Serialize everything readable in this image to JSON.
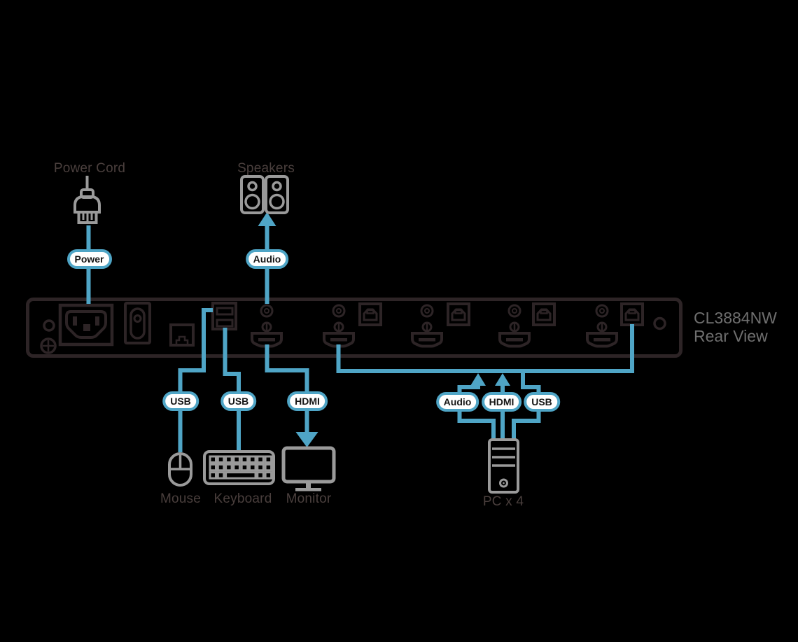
{
  "title": {
    "model": "CL3884NW",
    "view": "Rear View"
  },
  "top": {
    "power_cord_label": "Power Cord",
    "speakers_label": "Speakers",
    "power_pill": "Power",
    "audio_pill": "Audio"
  },
  "console": {
    "usb_mouse_pill": "USB",
    "usb_keyboard_pill": "USB",
    "hdmi_pill": "HDMI",
    "mouse_label": "Mouse",
    "keyboard_label": "Keyboard",
    "monitor_label": "Monitor"
  },
  "pc": {
    "audio_pill": "Audio",
    "hdmi_pill": "HDMI",
    "usb_pill": "USB",
    "label": "PC x 4"
  },
  "colors": {
    "background": "#000000",
    "cable_blue": "#4fa5c6",
    "icon_gray": "#9a9a9a",
    "device_label": "#4a3f3d",
    "model_text": "#6f6f6f",
    "panel_stroke": "#2d2426",
    "pill_fill": "#ffffff",
    "pill_text": "#151515"
  }
}
